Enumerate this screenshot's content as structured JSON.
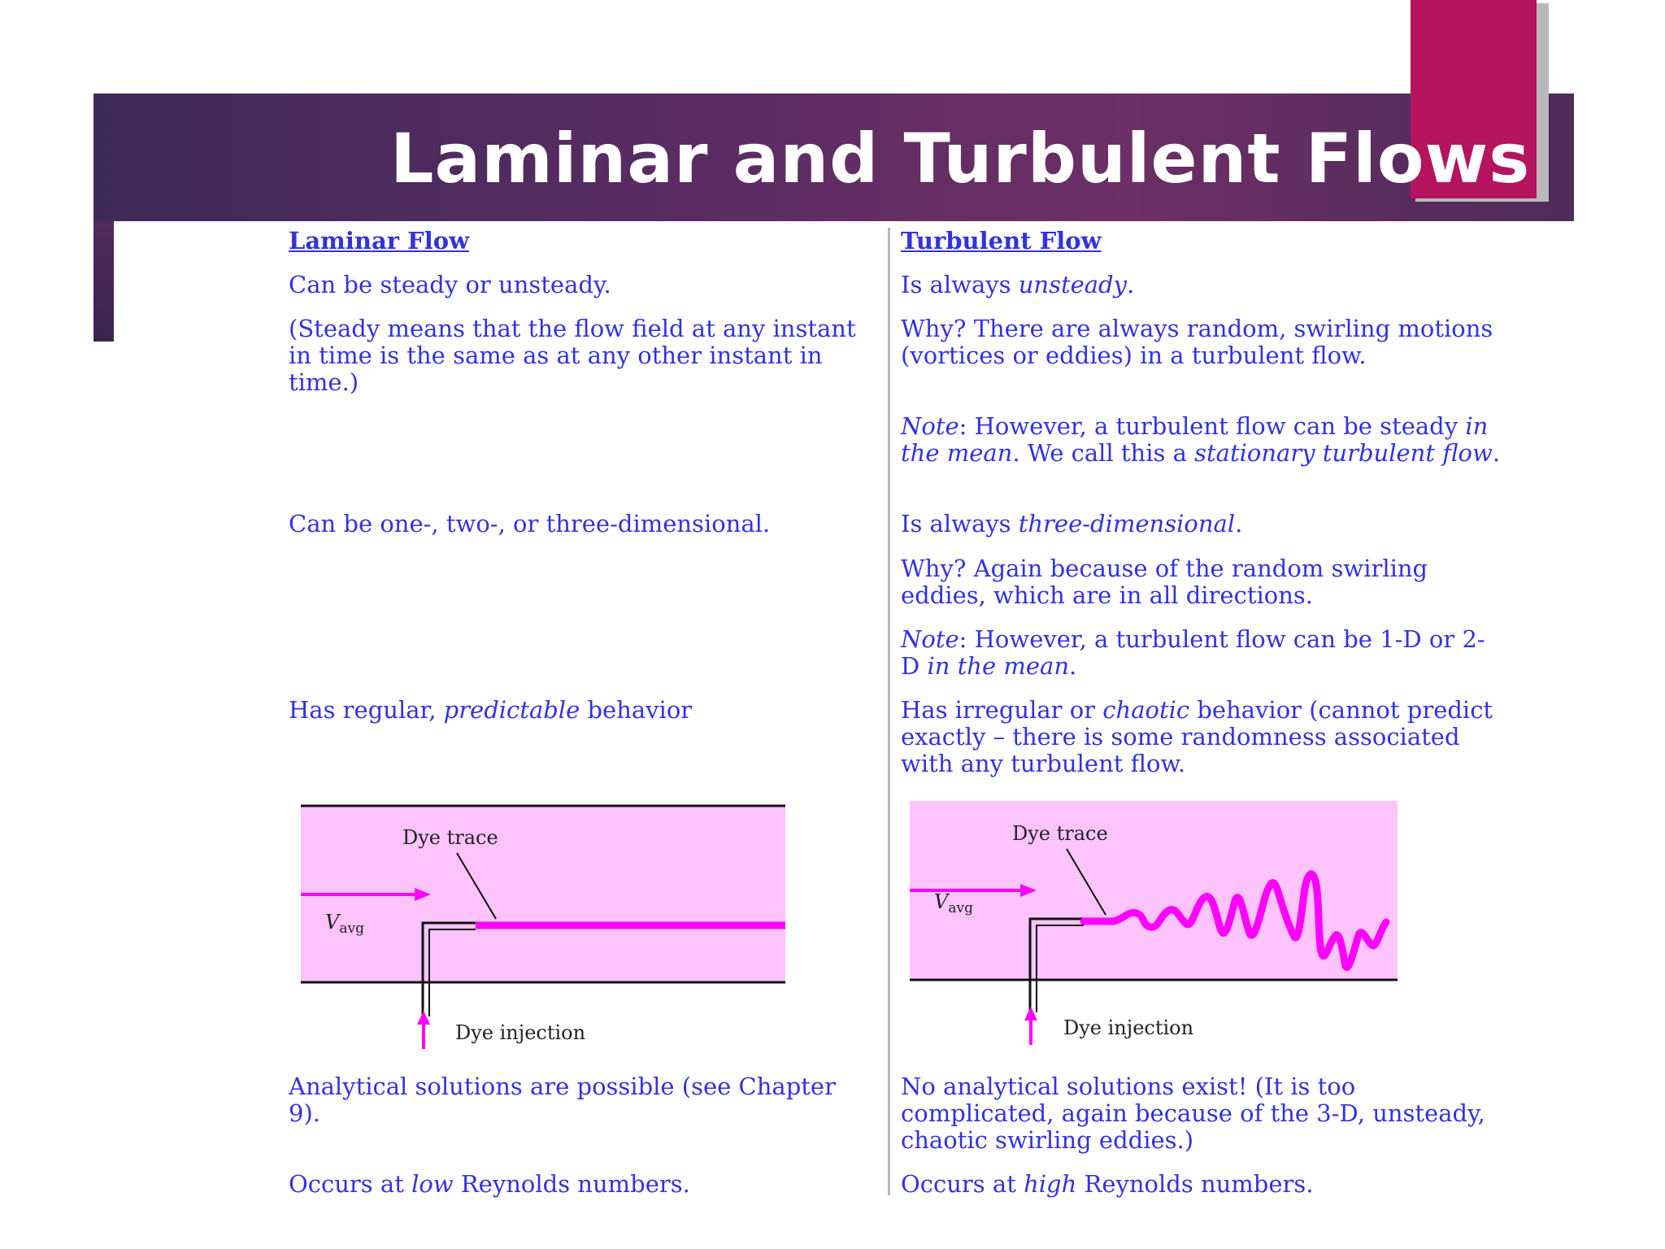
{
  "slide": {
    "title": "Laminar and Turbulent Flows"
  },
  "laminar": {
    "heading": "Laminar Flow",
    "steady": "Can be steady or unsteady.",
    "steady_note": "(Steady means that the flow field at any instant in time is the same as at any other instant in time.)",
    "dimensional": "Can be one-, two-, or three-dimensional.",
    "behavior_pre": "Has regular, ",
    "behavior_em": "predictable",
    "behavior_post": " behavior",
    "diagram": {
      "dye_trace": "Dye trace",
      "vavg_v": "V",
      "vavg_sub": "avg",
      "dye_injection": "Dye injection"
    },
    "solutions": "Analytical solutions are possible (see Chapter 9).",
    "reynolds_pre": "Occurs at ",
    "reynolds_em": "low",
    "reynolds_post": " Reynolds numbers."
  },
  "turbulent": {
    "heading": "Turbulent Flow",
    "always_pre": "Is always ",
    "always_em": "unsteady",
    "always_post": ".",
    "why1": "Why? There are always random, swirling motions (vortices or eddies) in a turbulent flow.",
    "note1_em": "Note",
    "note1_a": ": However, a turbulent flow can be steady ",
    "note1_em2": "in the mean",
    "note1_b": ". We call this a ",
    "note1_em3": "stationary turbulent flow",
    "note1_c": ".",
    "dim_pre": "Is always ",
    "dim_em": "three-dimensional",
    "dim_post": ".",
    "why2": "Why? Again because of the random swirling eddies, which are in all directions.",
    "note2_em": "Note",
    "note2_a": ": However, a turbulent flow can be 1-D or 2-D ",
    "note2_em2": "in the mean",
    "note2_b": ".",
    "behavior_pre": "Has irregular or ",
    "behavior_em": "chaotic",
    "behavior_post": " behavior (cannot predict exactly – there is some randomness associated with any turbulent flow.",
    "diagram": {
      "dye_trace": "Dye trace",
      "vavg_v": "V",
      "vavg_sub": "avg",
      "dye_injection": "Dye injection"
    },
    "solutions": "No analytical solutions exist! (It is too complicated, again because of the 3-D, unsteady, chaotic swirling eddies.)",
    "reynolds_pre": "Occurs at ",
    "reynolds_em": "high",
    "reynolds_post": " Reynolds numbers."
  },
  "colors": {
    "title_bar": "#5a2c63",
    "accent": "#b5145f",
    "text": "#3232e0",
    "pipe_fill": "#fcc3fc",
    "dye": "#ff00ff"
  }
}
